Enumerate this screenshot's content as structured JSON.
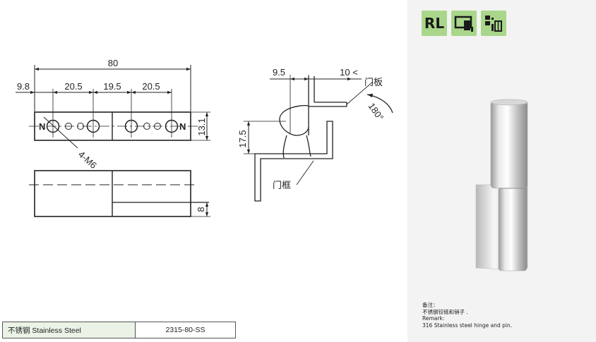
{
  "front_view": {
    "overall_length": "80",
    "offset_left": "9.8",
    "pitch_1": "20.5",
    "pitch_2": "19.5",
    "pitch_3": "20.5",
    "height": "13.1",
    "holes": "4-M6"
  },
  "side_view": {
    "thickness": "8"
  },
  "install_view": {
    "dim_left": "9.5",
    "dim_right": "10 <",
    "angle": "180°",
    "height": "17.5",
    "door_leaf_label": "门板",
    "door_frame_label": "门框"
  },
  "icons": {
    "rl_label": "RL",
    "icon_1": "rl-icon",
    "icon_2": "hinge-mount-icon",
    "icon_3": "parts-icon"
  },
  "remark": {
    "line1": "备注：",
    "line2": "不锈钢铰链和销子 .",
    "line3": "Remark:",
    "line4": "316 Stainless steel hinge and pin."
  },
  "spec": {
    "material": "不锈钢 Stainless Steel",
    "code": "2315-80-SS"
  },
  "colors": {
    "panel_bg": "#f3f3f3",
    "icon_bg": "#a9d68a",
    "table_label_bg": "#ebf3e6"
  }
}
